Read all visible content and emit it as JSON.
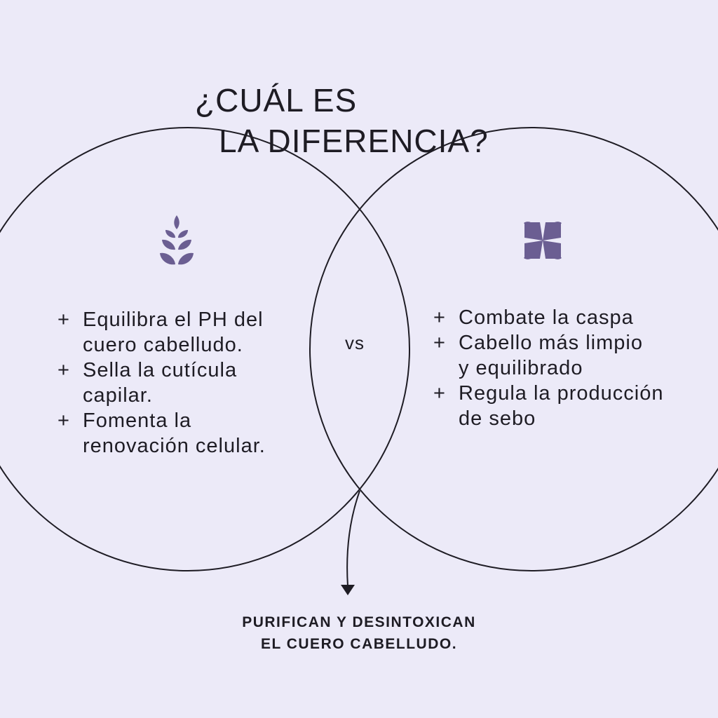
{
  "title": {
    "line1": "¿CUÁL ES",
    "line2": "LA DIFERENCIA?"
  },
  "left_circle": {
    "icon": "wheat-icon",
    "items": [
      {
        "line1": "Equilibra el PH del",
        "line2": "cuero cabelludo."
      },
      {
        "line1": "Sella la cutícula",
        "line2": "capilar."
      },
      {
        "line1": "Fomenta la",
        "line2": "renovación celular."
      }
    ]
  },
  "right_circle": {
    "icon": "four-petal-flower-icon",
    "items": [
      {
        "line1": "Combate la caspa",
        "line2": ""
      },
      {
        "line1": "Cabello más limpio",
        "line2": "y equilibrado"
      },
      {
        "line1": "Regula la producción",
        "line2": "de sebo"
      }
    ]
  },
  "vs_label": "vs",
  "shared": {
    "line1": "PURIFICAN Y DESINTOXICAN",
    "line2": "EL CUERO CABELLUDO."
  },
  "colors": {
    "background": "#ECEAF8",
    "icon": "#6B5E92",
    "text": "#1E1C24"
  }
}
